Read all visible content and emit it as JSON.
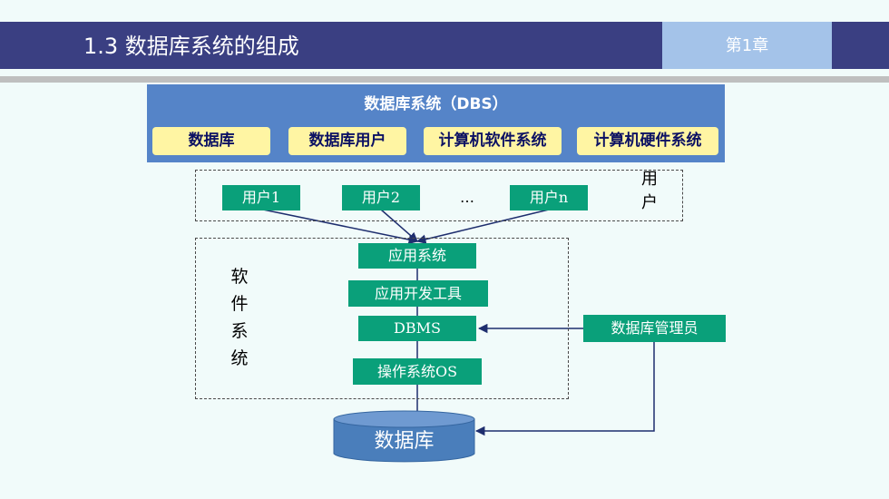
{
  "header": {
    "title": "1.3  数据库系统的组成",
    "chapter": "第1章"
  },
  "dbs": {
    "title": "数据库系统（DBS）",
    "components": [
      "数据库",
      "数据库用户",
      "计算机软件系统",
      "计算机硬件系统"
    ]
  },
  "users": {
    "group_label": "用户",
    "items": [
      "用户1",
      "用户2",
      "用户n"
    ],
    "ellipsis": "…"
  },
  "software": {
    "group_label": "软件系统",
    "layers": [
      "应用系统",
      "应用开发工具",
      "DBMS",
      "操作系统OS"
    ]
  },
  "admin": {
    "label": "数据库管理员"
  },
  "database": {
    "label": "数据库"
  },
  "colors": {
    "header": "#3a3f82",
    "chapter_box": "#a4c3e9",
    "banner": "#5584c8",
    "component": "#fff5a3",
    "node": "#0aa07a",
    "cylinder": "#4a7ebb"
  }
}
